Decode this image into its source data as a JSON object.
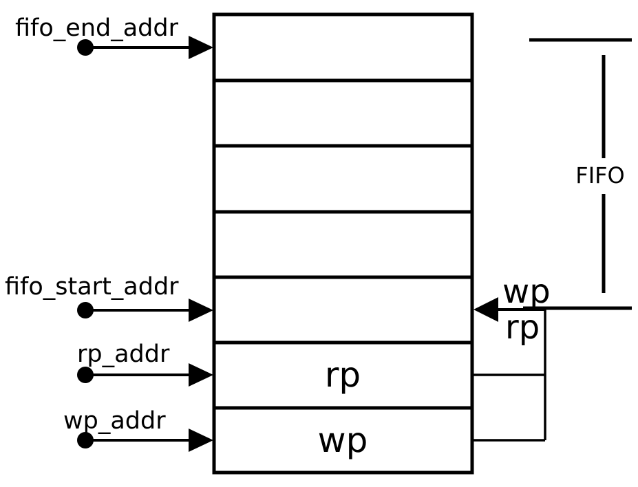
{
  "inputs": {
    "fifo_end_addr": "fifo_end_addr",
    "fifo_start_addr": "fifo_start_addr",
    "rp_addr": "rp_addr",
    "wp_addr": "wp_addr"
  },
  "cells": {
    "rp": "rp",
    "wp": "wp"
  },
  "pointer": {
    "wp": "wp",
    "rp": "rp"
  },
  "region": {
    "label": "FIFO"
  }
}
